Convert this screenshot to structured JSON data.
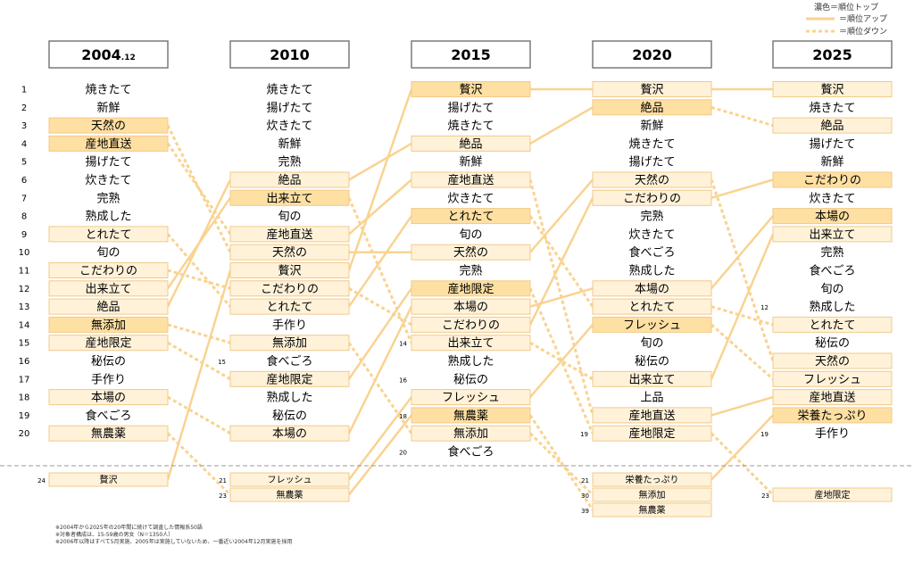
{
  "chart_data": {
    "type": "table",
    "legend": {
      "dark_label": "濃色＝順位トップ",
      "up_label": "＝順位アップ",
      "down_label": "＝順位ダウン"
    },
    "colors": {
      "dark": "#ffe0a3",
      "light": "#fff2d9",
      "border": "#f2c98a",
      "line": "#f9d391",
      "header_border": "#7a7a7a",
      "divider": "#999999"
    },
    "columns": [
      {
        "year": "2004",
        "suffix": ".12",
        "ranks": [
          {
            "rank": 1,
            "word": "焼きたて",
            "style": "none"
          },
          {
            "rank": 2,
            "word": "新鮮",
            "style": "none"
          },
          {
            "rank": 3,
            "word": "天然の",
            "style": "dark"
          },
          {
            "rank": 4,
            "word": "産地直送",
            "style": "dark"
          },
          {
            "rank": 5,
            "word": "揚げたて",
            "style": "none"
          },
          {
            "rank": 6,
            "word": "炊きたて",
            "style": "none"
          },
          {
            "rank": 7,
            "word": "完熟",
            "style": "none"
          },
          {
            "rank": 8,
            "word": "熟成した",
            "style": "none"
          },
          {
            "rank": 9,
            "word": "とれたて",
            "style": "light"
          },
          {
            "rank": 10,
            "word": "旬の",
            "style": "none"
          },
          {
            "rank": 11,
            "word": "こだわりの",
            "style": "light"
          },
          {
            "rank": 12,
            "word": "出来立て",
            "style": "light"
          },
          {
            "rank": 13,
            "word": "絶品",
            "style": "light"
          },
          {
            "rank": 14,
            "word": "無添加",
            "style": "dark"
          },
          {
            "rank": 15,
            "word": "産地限定",
            "style": "light"
          },
          {
            "rank": 16,
            "word": "秘伝の",
            "style": "none"
          },
          {
            "rank": 17,
            "word": "手作り",
            "style": "none"
          },
          {
            "rank": 18,
            "word": "本場の",
            "style": "light"
          },
          {
            "rank": 19,
            "word": "食べごろ",
            "style": "none"
          },
          {
            "rank": 20,
            "word": "無農薬",
            "style": "light"
          }
        ],
        "extras": [
          {
            "rank": 24,
            "word": "贅沢",
            "style": "small"
          }
        ]
      },
      {
        "year": "2010",
        "suffix": "",
        "ranks": [
          {
            "rank": 1,
            "word": "焼きたて",
            "style": "none"
          },
          {
            "rank": 2,
            "word": "揚げたて",
            "style": "none"
          },
          {
            "rank": 3,
            "word": "炊きたて",
            "style": "none"
          },
          {
            "rank": 4,
            "word": "新鮮",
            "style": "none"
          },
          {
            "rank": 5,
            "word": "完熟",
            "style": "none"
          },
          {
            "rank": 6,
            "word": "絶品",
            "style": "light"
          },
          {
            "rank": 7,
            "word": "出来立て",
            "style": "dark"
          },
          {
            "rank": 8,
            "word": "旬の",
            "style": "none"
          },
          {
            "rank": 9,
            "word": "産地直送",
            "style": "light"
          },
          {
            "rank": 10,
            "word": "天然の",
            "style": "light"
          },
          {
            "rank": 11,
            "word": "贅沢",
            "style": "light"
          },
          {
            "rank": 12,
            "word": "こだわりの",
            "style": "light"
          },
          {
            "rank": 13,
            "word": "とれたて",
            "style": "light"
          },
          {
            "rank": 14,
            "word": "手作り",
            "style": "none"
          },
          {
            "rank": 15,
            "word": "無添加",
            "style": "light"
          },
          {
            "rank": 16,
            "word": "食べごろ",
            "style": "none"
          },
          {
            "rank": 17,
            "word": "産地限定",
            "style": "light"
          },
          {
            "rank": 18,
            "word": "熟成した",
            "style": "none"
          },
          {
            "rank": 19,
            "word": "秘伝の",
            "style": "none"
          },
          {
            "rank": 20,
            "word": "本場の",
            "style": "light"
          }
        ],
        "side_labels": [
          {
            "label": "15",
            "row": 16
          }
        ],
        "extras": [
          {
            "rank": 21,
            "word": "フレッシュ",
            "style": "small"
          },
          {
            "rank": 23,
            "word": "無農薬",
            "style": "small"
          }
        ]
      },
      {
        "year": "2015",
        "suffix": "",
        "ranks": [
          {
            "rank": 1,
            "word": "贅沢",
            "style": "dark"
          },
          {
            "rank": 2,
            "word": "揚げたて",
            "style": "none"
          },
          {
            "rank": 3,
            "word": "焼きたて",
            "style": "none"
          },
          {
            "rank": 4,
            "word": "絶品",
            "style": "light"
          },
          {
            "rank": 5,
            "word": "新鮮",
            "style": "none"
          },
          {
            "rank": 6,
            "word": "産地直送",
            "style": "light"
          },
          {
            "rank": 7,
            "word": "炊きたて",
            "style": "none"
          },
          {
            "rank": 8,
            "word": "とれたて",
            "style": "dark"
          },
          {
            "rank": 9,
            "word": "旬の",
            "style": "none"
          },
          {
            "rank": 10,
            "word": "天然の",
            "style": "light"
          },
          {
            "rank": 11,
            "word": "完熟",
            "style": "none"
          },
          {
            "rank": 12,
            "word": "産地限定",
            "style": "dark"
          },
          {
            "rank": 13,
            "word": "本場の",
            "style": "light"
          },
          {
            "rank": 14,
            "word": "こだわりの",
            "style": "light"
          },
          {
            "rank": 15,
            "word": "出来立て",
            "style": "light"
          },
          {
            "rank": 16,
            "word": "熟成した",
            "style": "none"
          },
          {
            "rank": 17,
            "word": "秘伝の",
            "style": "none"
          },
          {
            "rank": 18,
            "word": "フレッシュ",
            "style": "light"
          },
          {
            "rank": 19,
            "word": "無農薬",
            "style": "dark"
          },
          {
            "rank": 20,
            "word": "無添加",
            "style": "light"
          },
          {
            "rank": 21,
            "word": "食べごろ",
            "style": "none"
          }
        ],
        "side_labels": [
          {
            "label": "14",
            "row": 15
          },
          {
            "label": "16",
            "row": 17
          },
          {
            "label": "18",
            "row": 19
          },
          {
            "label": "20",
            "row": 21
          }
        ],
        "extras": []
      },
      {
        "year": "2020",
        "suffix": "",
        "ranks": [
          {
            "rank": 1,
            "word": "贅沢",
            "style": "light"
          },
          {
            "rank": 2,
            "word": "絶品",
            "style": "dark"
          },
          {
            "rank": 3,
            "word": "新鮮",
            "style": "none"
          },
          {
            "rank": 4,
            "word": "焼きたて",
            "style": "none"
          },
          {
            "rank": 5,
            "word": "揚げたて",
            "style": "none"
          },
          {
            "rank": 6,
            "word": "天然の",
            "style": "light"
          },
          {
            "rank": 7,
            "word": "こだわりの",
            "style": "light"
          },
          {
            "rank": 8,
            "word": "完熟",
            "style": "none"
          },
          {
            "rank": 9,
            "word": "炊きたて",
            "style": "none"
          },
          {
            "rank": 10,
            "word": "食べごろ",
            "style": "none"
          },
          {
            "rank": 11,
            "word": "熟成した",
            "style": "none"
          },
          {
            "rank": 12,
            "word": "本場の",
            "style": "light"
          },
          {
            "rank": 13,
            "word": "とれたて",
            "style": "light"
          },
          {
            "rank": 14,
            "word": "フレッシュ",
            "style": "dark"
          },
          {
            "rank": 15,
            "word": "旬の",
            "style": "none"
          },
          {
            "rank": 16,
            "word": "秘伝の",
            "style": "none"
          },
          {
            "rank": 17,
            "word": "出来立て",
            "style": "light"
          },
          {
            "rank": 18,
            "word": "上品",
            "style": "none"
          },
          {
            "rank": 19,
            "word": "産地直送",
            "style": "light"
          },
          {
            "rank": 20,
            "word": "産地限定",
            "style": "light"
          }
        ],
        "side_labels": [
          {
            "label": "19",
            "row": 20
          }
        ],
        "extras": [
          {
            "rank": 21,
            "word": "栄養たっぷり",
            "style": "small"
          },
          {
            "rank": 30,
            "word": "無添加",
            "style": "small"
          },
          {
            "rank": 39,
            "word": "無農薬",
            "style": "small"
          }
        ]
      },
      {
        "year": "2025",
        "suffix": "",
        "ranks": [
          {
            "rank": 1,
            "word": "贅沢",
            "style": "light"
          },
          {
            "rank": 2,
            "word": "焼きたて",
            "style": "none"
          },
          {
            "rank": 3,
            "word": "絶品",
            "style": "light"
          },
          {
            "rank": 4,
            "word": "揚げたて",
            "style": "none"
          },
          {
            "rank": 5,
            "word": "新鮮",
            "style": "none"
          },
          {
            "rank": 6,
            "word": "こだわりの",
            "style": "dark"
          },
          {
            "rank": 7,
            "word": "炊きたて",
            "style": "none"
          },
          {
            "rank": 8,
            "word": "本場の",
            "style": "dark"
          },
          {
            "rank": 9,
            "word": "出来立て",
            "style": "light"
          },
          {
            "rank": 10,
            "word": "完熟",
            "style": "none"
          },
          {
            "rank": 11,
            "word": "食べごろ",
            "style": "none"
          },
          {
            "rank": 12,
            "word": "旬の",
            "style": "none"
          },
          {
            "rank": 13,
            "word": "熟成した",
            "style": "none"
          },
          {
            "rank": 14,
            "word": "とれたて",
            "style": "light"
          },
          {
            "rank": 15,
            "word": "秘伝の",
            "style": "none"
          },
          {
            "rank": 16,
            "word": "天然の",
            "style": "light"
          },
          {
            "rank": 17,
            "word": "フレッシュ",
            "style": "light"
          },
          {
            "rank": 18,
            "word": "産地直送",
            "style": "light"
          },
          {
            "rank": 19,
            "word": "栄養たっぷり",
            "style": "dark"
          },
          {
            "rank": 20,
            "word": "手作り",
            "style": "none"
          }
        ],
        "side_labels": [
          {
            "label": "12",
            "row": 13
          },
          {
            "label": "19",
            "row": 20
          }
        ],
        "extras": [
          {
            "rank": 23,
            "word": "産地限定",
            "style": "small"
          }
        ]
      }
    ],
    "connections": [
      {
        "from": "2004",
        "to": "2010",
        "word": "天然の",
        "dir": "down"
      },
      {
        "from": "2004",
        "to": "2010",
        "word": "産地直送",
        "dir": "down"
      },
      {
        "from": "2004",
        "to": "2010",
        "word": "とれたて",
        "dir": "down"
      },
      {
        "from": "2004",
        "to": "2010",
        "word": "こだわりの",
        "dir": "down"
      },
      {
        "from": "2004",
        "to": "2010",
        "word": "出来立て",
        "dir": "up"
      },
      {
        "from": "2004",
        "to": "2010",
        "word": "絶品",
        "dir": "up"
      },
      {
        "from": "2004",
        "to": "2010",
        "word": "無添加",
        "dir": "down"
      },
      {
        "from": "2004",
        "to": "2010",
        "word": "産地限定",
        "dir": "down"
      },
      {
        "from": "2004",
        "to": "2010",
        "word": "本場の",
        "dir": "down"
      },
      {
        "from": "2004",
        "to": "2010",
        "word": "無農薬",
        "dir": "down"
      },
      {
        "from": "2004",
        "to": "2010",
        "word": "贅沢",
        "dir": "up"
      },
      {
        "from": "2010",
        "to": "2015",
        "word": "絶品",
        "dir": "up"
      },
      {
        "from": "2010",
        "to": "2015",
        "word": "出来立て",
        "dir": "down"
      },
      {
        "from": "2010",
        "to": "2015",
        "word": "産地直送",
        "dir": "up"
      },
      {
        "from": "2010",
        "to": "2015",
        "word": "天然の",
        "dir": "up"
      },
      {
        "from": "2010",
        "to": "2015",
        "word": "贅沢",
        "dir": "up"
      },
      {
        "from": "2010",
        "to": "2015",
        "word": "こだわりの",
        "dir": "down"
      },
      {
        "from": "2010",
        "to": "2015",
        "word": "とれたて",
        "dir": "up"
      },
      {
        "from": "2010",
        "to": "2015",
        "word": "無添加",
        "dir": "down"
      },
      {
        "from": "2010",
        "to": "2015",
        "word": "産地限定",
        "dir": "up"
      },
      {
        "from": "2010",
        "to": "2015",
        "word": "本場の",
        "dir": "up"
      },
      {
        "from": "2010",
        "to": "2015",
        "word": "フレッシュ",
        "dir": "up"
      },
      {
        "from": "2010",
        "to": "2015",
        "word": "無農薬",
        "dir": "up"
      },
      {
        "from": "2015",
        "to": "2020",
        "word": "贅沢",
        "dir": "up"
      },
      {
        "from": "2015",
        "to": "2020",
        "word": "絶品",
        "dir": "up"
      },
      {
        "from": "2015",
        "to": "2020",
        "word": "産地直送",
        "dir": "down"
      },
      {
        "from": "2015",
        "to": "2020",
        "word": "とれたて",
        "dir": "down"
      },
      {
        "from": "2015",
        "to": "2020",
        "word": "天然の",
        "dir": "up"
      },
      {
        "from": "2015",
        "to": "2020",
        "word": "産地限定",
        "dir": "down"
      },
      {
        "from": "2015",
        "to": "2020",
        "word": "本場の",
        "dir": "up"
      },
      {
        "from": "2015",
        "to": "2020",
        "word": "こだわりの",
        "dir": "up"
      },
      {
        "from": "2015",
        "to": "2020",
        "word": "出来立て",
        "dir": "down"
      },
      {
        "from": "2015",
        "to": "2020",
        "word": "フレッシュ",
        "dir": "up"
      },
      {
        "from": "2015",
        "to": "2020",
        "word": "無農薬",
        "dir": "down"
      },
      {
        "from": "2015",
        "to": "2020",
        "word": "無添加",
        "dir": "down"
      },
      {
        "from": "2020",
        "to": "2025",
        "word": "贅沢",
        "dir": "up"
      },
      {
        "from": "2020",
        "to": "2025",
        "word": "絶品",
        "dir": "down"
      },
      {
        "from": "2020",
        "to": "2025",
        "word": "天然の",
        "dir": "down"
      },
      {
        "from": "2020",
        "to": "2025",
        "word": "こだわりの",
        "dir": "up"
      },
      {
        "from": "2020",
        "to": "2025",
        "word": "本場の",
        "dir": "up"
      },
      {
        "from": "2020",
        "to": "2025",
        "word": "とれたて",
        "dir": "down"
      },
      {
        "from": "2020",
        "to": "2025",
        "word": "フレッシュ",
        "dir": "down"
      },
      {
        "from": "2020",
        "to": "2025",
        "word": "出来立て",
        "dir": "up"
      },
      {
        "from": "2020",
        "to": "2025",
        "word": "産地直送",
        "dir": "up"
      },
      {
        "from": "2020",
        "to": "2025",
        "word": "産地限定",
        "dir": "down"
      },
      {
        "from": "2020",
        "to": "2025",
        "word": "栄養たっぷり",
        "dir": "up"
      }
    ]
  },
  "notes": [
    "※2004年から2025年の20年間に続けて調査した情報系50語",
    "※対象者構成は、15-59歳の男女（N＝1350人）",
    "※2006年以降はすべて5月実施、2005年は実施していないため、一番近い2004年12月実施を採用"
  ]
}
